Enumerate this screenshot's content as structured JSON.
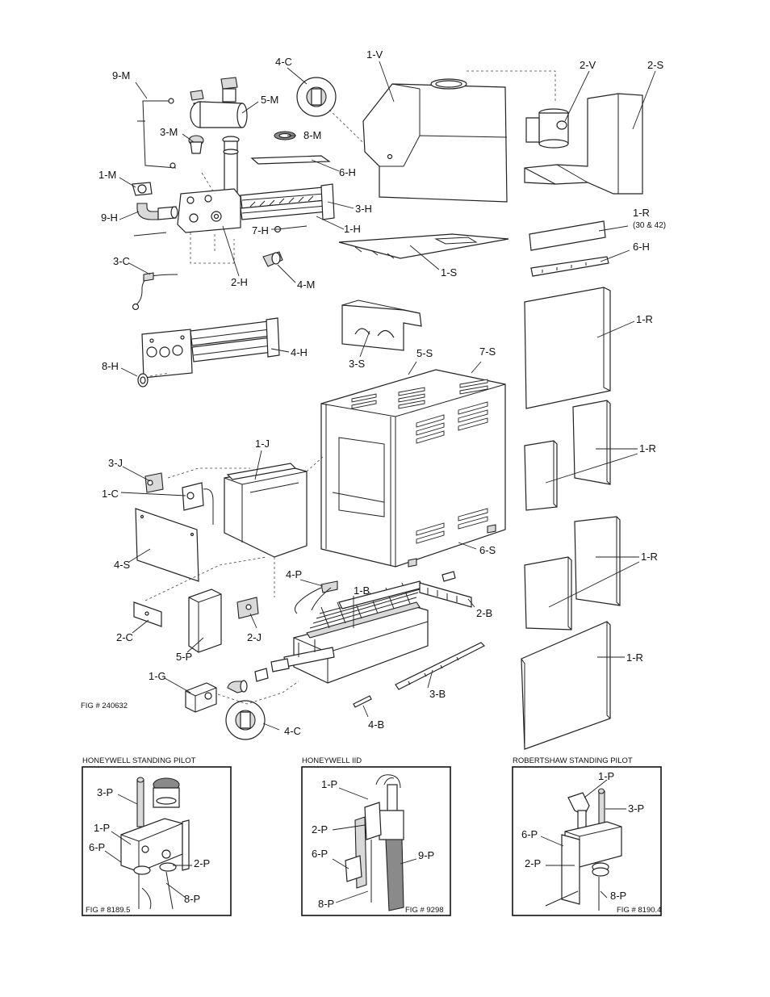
{
  "figure_main": "FIG # 240632",
  "labels": {
    "9M": "9-M",
    "4C_top": "4-C",
    "1V": "1-V",
    "2V": "2-V",
    "2S": "2-S",
    "5M": "5-M",
    "3M": "3-M",
    "8M": "8-M",
    "6H_top": "6-H",
    "1M": "1-M",
    "3H": "3-H",
    "9H": "9-H",
    "7H": "7-H",
    "1H": "1-H",
    "1R_top": "1-R",
    "1R_top_note": "(30 & 42)",
    "6H_right": "6-H",
    "3C": "3-C",
    "1S": "1-S",
    "2H": "2-H",
    "4M": "4-M",
    "1R_a": "1-R",
    "4H": "4-H",
    "3S": "3-S",
    "5S": "5-S",
    "7S": "7-S",
    "8H": "8-H",
    "1J": "1-J",
    "1R_b": "1-R",
    "3J": "3-J",
    "1C": "1-C",
    "4S": "4-S",
    "6S": "6-S",
    "1R_c": "1-R",
    "4P": "4-P",
    "1B": "1-B",
    "2B": "2-B",
    "2C": "2-C",
    "2J": "2-J",
    "5P": "5-P",
    "1R_d": "1-R",
    "1G": "1-G",
    "3B": "3-B",
    "4B": "4-B",
    "4C_bot": "4-C"
  },
  "insets": [
    {
      "title": "HONEYWELL STANDING PILOT",
      "fig": "FIG # 8189.5",
      "labels": [
        "3-P",
        "1-P",
        "6-P",
        "2-P",
        "8-P"
      ]
    },
    {
      "title": "HONEYWELL IID",
      "fig": "FIG # 9298",
      "labels": [
        "1-P",
        "2-P",
        "6-P",
        "9-P",
        "8-P"
      ]
    },
    {
      "title": "ROBERTSHAW STANDING PILOT",
      "fig": "FIG # 8190.4",
      "labels": [
        "1-P",
        "3-P",
        "6-P",
        "2-P",
        "8-P"
      ]
    }
  ]
}
